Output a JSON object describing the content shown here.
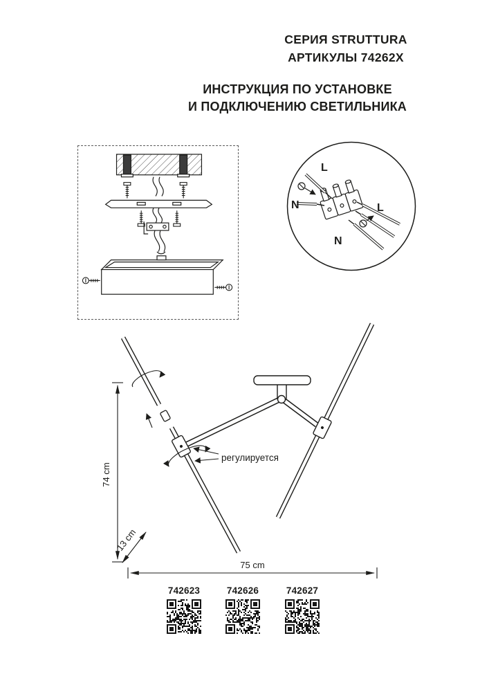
{
  "colors": {
    "ink": "#1d1d1b",
    "paper": "#ffffff"
  },
  "header": {
    "series": "СЕРИЯ STRUTTURA",
    "articles": "АРТИКУЛЫ 74262X",
    "instruction_line1": "ИНСТРУКЦИЯ ПО УСТАНОВКЕ",
    "instruction_line2": "И ПОДКЛЮЧЕНИЮ СВЕТИЛЬНИКА"
  },
  "wiring_diagram": {
    "terminal_labels": {
      "line_top": "L",
      "neutral_left": "N",
      "line_right": "L",
      "neutral_bottom": "N"
    }
  },
  "fixture_diagram": {
    "adjust_label": "регулируется"
  },
  "dimensions": {
    "height": "74 cm",
    "diagonal": "13 cm",
    "width": "75 cm"
  },
  "articles": [
    {
      "code": "742623"
    },
    {
      "code": "742626"
    },
    {
      "code": "742627"
    }
  ]
}
